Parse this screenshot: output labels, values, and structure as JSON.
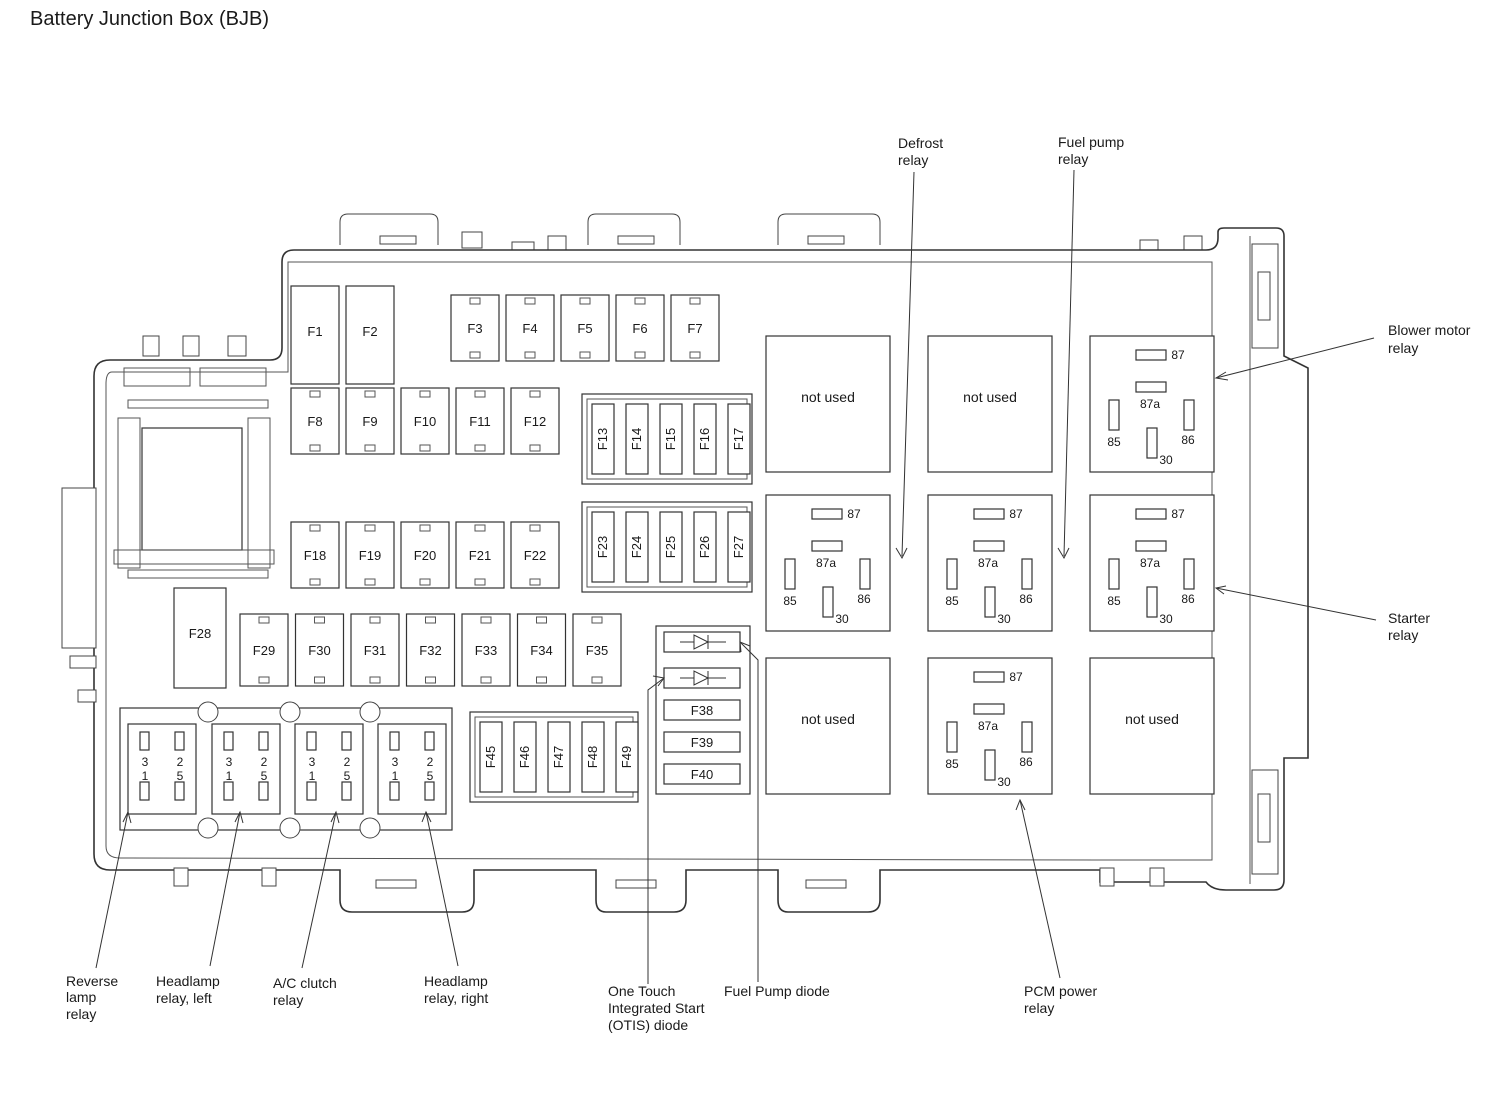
{
  "title": "Battery Junction Box (BJB)",
  "callouts": {
    "defrost_relay": [
      "Defrost",
      "relay"
    ],
    "fuel_pump_relay": [
      "Fuel pump",
      "relay"
    ],
    "blower_motor_relay": [
      "Blower motor",
      "relay"
    ],
    "starter_relay": [
      "Starter",
      "relay"
    ],
    "reverse_lamp_relay": [
      "Reverse",
      "lamp",
      "relay"
    ],
    "headlamp_relay_left": [
      "Headlamp",
      "relay, left"
    ],
    "ac_clutch_relay": [
      "A/C clutch",
      "relay"
    ],
    "headlamp_relay_right": [
      "Headlamp",
      "relay, right"
    ],
    "otis_diode": [
      "One Touch",
      "Integrated Start",
      "(OTIS) diode"
    ],
    "fuel_pump_diode": [
      "Fuel Pump diode"
    ],
    "pcm_power_relay": [
      "PCM power",
      "relay"
    ]
  },
  "fuses": {
    "large": [
      "F1",
      "F2"
    ],
    "row_top": [
      "F3",
      "F4",
      "F5",
      "F6",
      "F7"
    ],
    "row_8": [
      "F8",
      "F9",
      "F10",
      "F11",
      "F12"
    ],
    "mini_13": [
      "F13",
      "F14",
      "F15",
      "F16",
      "F17"
    ],
    "row_18": [
      "F18",
      "F19",
      "F20",
      "F21",
      "F22"
    ],
    "mini_23": [
      "F23",
      "F24",
      "F25",
      "F26",
      "F27"
    ],
    "f28": "F28",
    "row_29": [
      "F29",
      "F30",
      "F31",
      "F32",
      "F33",
      "F34",
      "F35"
    ],
    "mini_45": [
      "F45",
      "F46",
      "F47",
      "F48",
      "F49"
    ],
    "diode_block": [
      "F38",
      "F39",
      "F40"
    ]
  },
  "relays": {
    "not_used": "not used",
    "pins": {
      "p87": "87",
      "p87a": "87a",
      "p85": "85",
      "p86": "86",
      "p30": "30"
    }
  },
  "micro_relay_pins": {
    "a": "3",
    "b": "1",
    "c": "2",
    "d": "5"
  }
}
